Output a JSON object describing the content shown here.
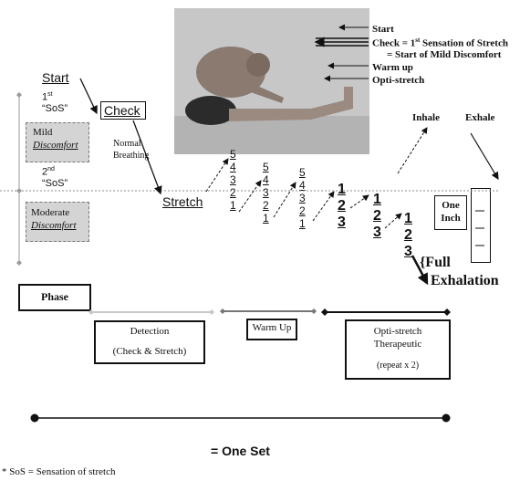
{
  "photo": {
    "alt": "person seated forward-bend hamstring stretch"
  },
  "photo_legend": {
    "start": "Start",
    "check_line1": "Check = 1",
    "check_sup": "st",
    "check_line1_tail": " Sensation of Stretch",
    "check_line2": "= Start of Mild Discomfort",
    "warm_up": "Warm up",
    "opti_stretch": "Opti-stretch"
  },
  "left_panel": {
    "start": "Start",
    "first": "1",
    "first_sup": "st",
    "sos1": "“SoS”",
    "mild": "Mild",
    "mild_disc": "Discomfort",
    "second": "2",
    "second_sup": "nd",
    "sos2": "“SoS”",
    "moderate": "Moderate",
    "moderate_disc": "Discomfort"
  },
  "check": "Check",
  "normal": "Normal",
  "breathing": "Breathing",
  "stretch": "Stretch",
  "counts": {
    "col1": [
      "5",
      "4",
      "3",
      "2",
      "1"
    ],
    "col2": [
      "5",
      "4",
      "3",
      "2",
      "1"
    ],
    "col3": [
      "5",
      "4",
      "3",
      "2",
      "1"
    ],
    "big1": [
      "1",
      "2",
      "3"
    ],
    "big2": [
      "1",
      "2",
      "3"
    ],
    "big3": [
      "1",
      "2",
      "3"
    ]
  },
  "breath": {
    "inhale": "Inhale",
    "exhale": "Exhale",
    "one": "One",
    "inch": "Inch",
    "full_line1": "{Full",
    "full_line2": "Exhalation"
  },
  "phase": {
    "label": "Phase",
    "detection_title": "Detection",
    "detection_sub": "(Check & Stretch)",
    "warmup": "Warm Up",
    "opti_line1": "Opti-stretch",
    "opti_line2": "Therapeutic",
    "opti_repeat": "(repeat x 2)",
    "colors": {
      "detection": "#c8c8c8",
      "warmup": "#777777",
      "opti": "#111111"
    }
  },
  "one_set": "= One Set",
  "footnote": "* SoS = Sensation of stretch"
}
